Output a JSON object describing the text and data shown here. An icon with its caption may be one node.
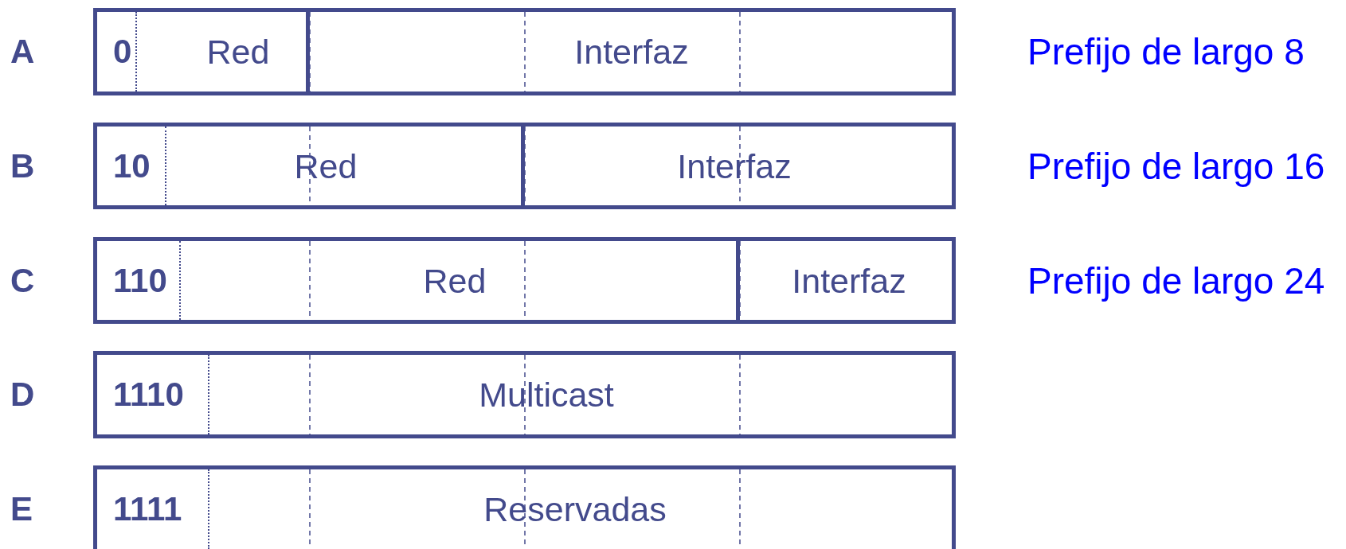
{
  "diagram": {
    "nodes": [
      {
        "text": [
          "A"
        ],
        "beside": [
          "Prefijo de largo 8"
        ]
      },
      {
        "text": [
          "0"
        ],
        "in": 0
      },
      {
        "text": [
          "Red"
        ],
        "in": 0
      },
      {
        "text": [
          "Interfaz"
        ],
        "in": 0
      },
      {
        "text": [
          "B"
        ],
        "beside": [
          "Prefijo de largo 16"
        ]
      },
      {
        "text": [
          "10"
        ],
        "in": 4
      },
      {
        "text": [
          "Red"
        ],
        "in": 4
      },
      {
        "text": [
          "Interfaz"
        ],
        "in": 4
      },
      {
        "text": [
          "C"
        ],
        "beside": [
          "Prefijo de largo 24"
        ]
      },
      {
        "text": [
          "110"
        ],
        "in": 8
      },
      {
        "text": [
          "Red"
        ],
        "in": 8
      },
      {
        "text": [
          "Interfaz"
        ],
        "in": 8
      },
      {
        "text": [
          "D"
        ]
      },
      {
        "text": [
          "1110"
        ],
        "in": 12
      },
      {
        "text": [
          "Multicast"
        ],
        "in": 12
      },
      {
        "text": [
          "E"
        ]
      },
      {
        "text": [
          "1111"
        ],
        "in": 15
      },
      {
        "text": [
          "Reservadas"
        ],
        "in": 15
      }
    ]
  }
}
